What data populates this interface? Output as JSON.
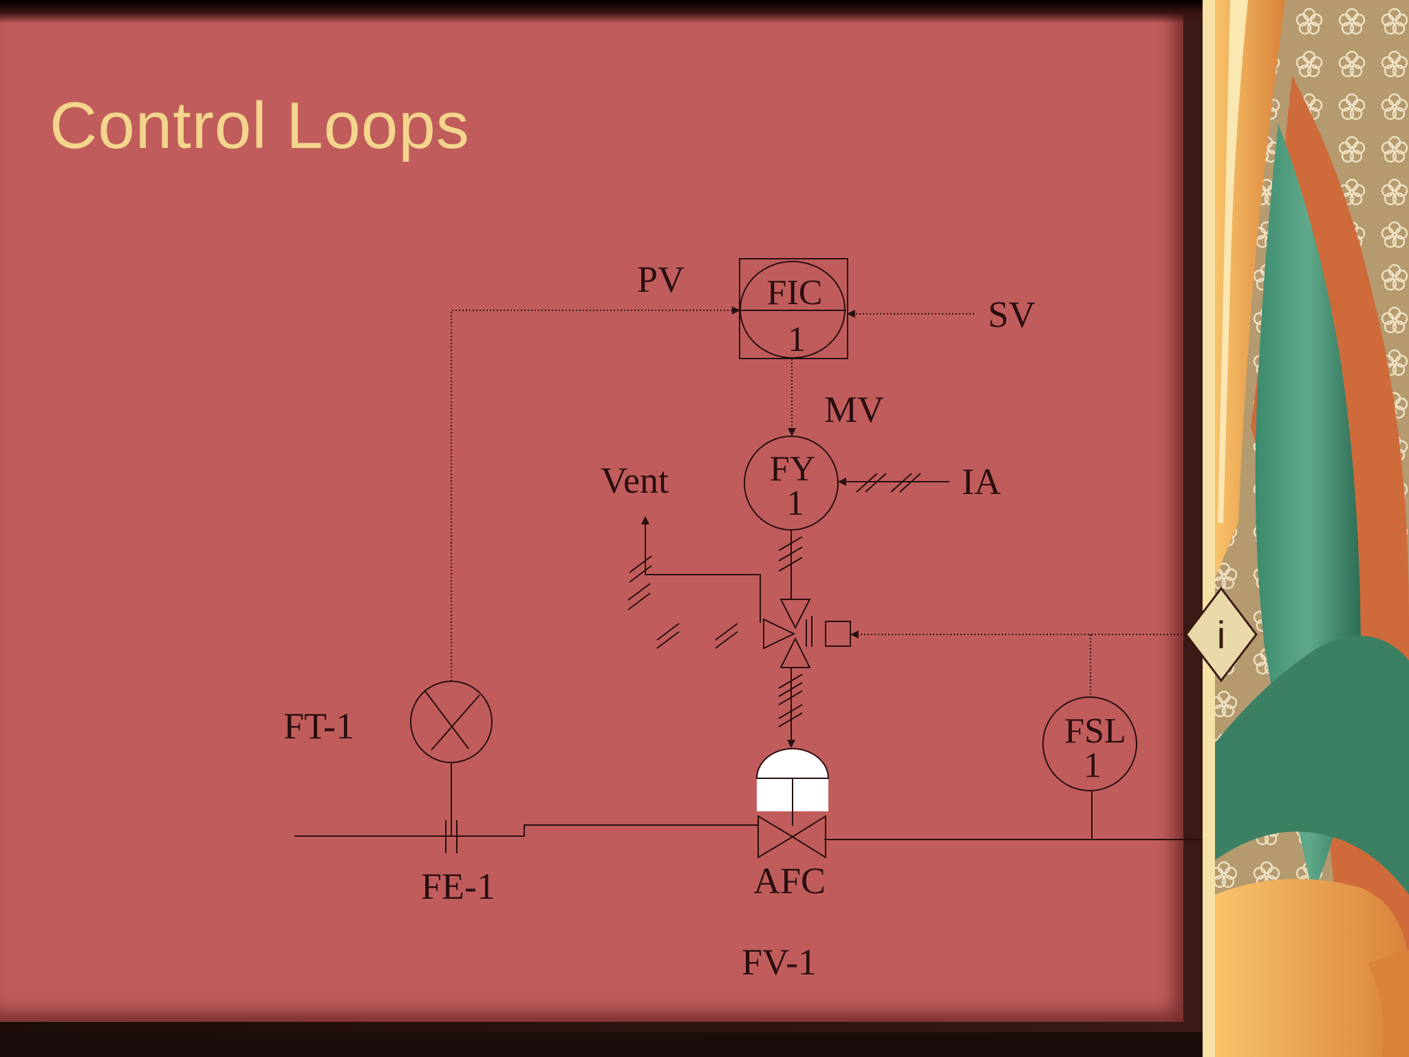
{
  "slide": {
    "title": "Control Loops"
  },
  "diagram": {
    "instruments": {
      "fic": {
        "tag": "FIC",
        "number": "1"
      },
      "fy": {
        "tag": "FY",
        "number": "1"
      },
      "fsl": {
        "tag": "FSL",
        "number": "1"
      }
    },
    "labels": {
      "pv": "PV",
      "sv": "SV",
      "mv": "MV",
      "ia": "IA",
      "vent": "Vent",
      "ft": "FT-1",
      "fe": "FE-1",
      "afc": "AFC",
      "fv": "FV-1"
    }
  },
  "info_badge": {
    "symbol": "i"
  },
  "colors": {
    "slide_background": "#c05d5c",
    "title": "#f3d58c",
    "line": "#2a0e0e",
    "frame": "#1a0c0a",
    "badge_fill": "#e9d9a8"
  }
}
